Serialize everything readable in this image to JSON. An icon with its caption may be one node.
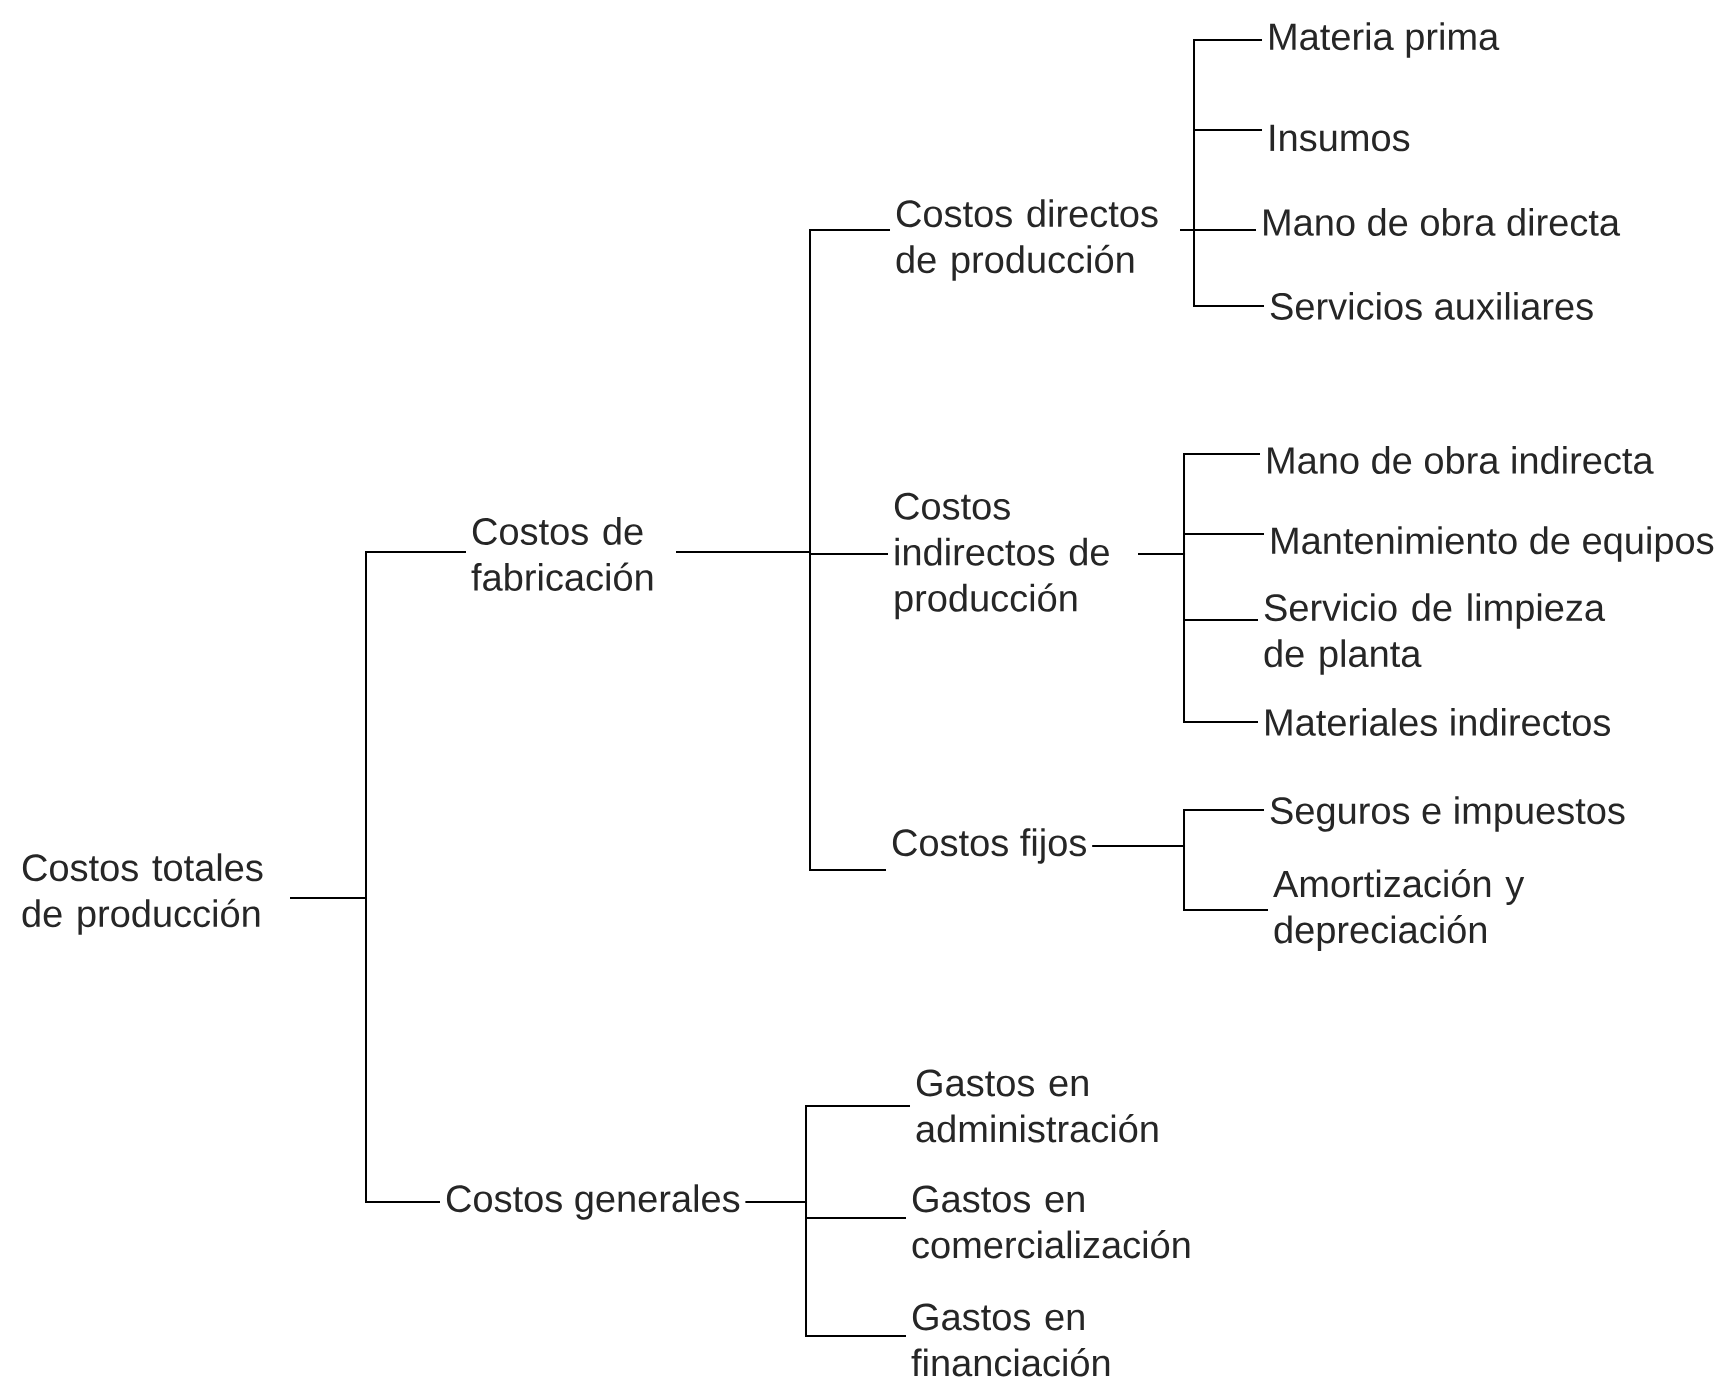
{
  "diagram": {
    "nodes": [
      {
        "text": [
          "Costos totales de producción"
        ]
      },
      {
        "text": [
          "Costos de fabricación"
        ]
      },
      {
        "text": [
          "Costos directos de producción"
        ]
      },
      {
        "text": [
          "Materia prima"
        ]
      },
      {
        "text": [
          "Insumos"
        ]
      },
      {
        "text": [
          "Mano de obra directa"
        ]
      },
      {
        "text": [
          "Servicios auxiliares"
        ]
      },
      {
        "text": [
          "Costos indirectos de producción"
        ]
      },
      {
        "text": [
          "Mano de obra indirecta"
        ]
      },
      {
        "text": [
          "Mantenimiento de equipos"
        ]
      },
      {
        "text": [
          "Servicio de limpieza de planta"
        ]
      },
      {
        "text": [
          "Materiales indirectos"
        ]
      },
      {
        "text": [
          "Costos fijos"
        ]
      },
      {
        "text": [
          "Seguros e impuestos"
        ]
      },
      {
        "text": [
          "Amortización y depreciación"
        ]
      },
      {
        "text": [
          "Costos generales"
        ]
      },
      {
        "text": [
          "Gastos en administración"
        ]
      },
      {
        "text": [
          "Gastos en comercialización"
        ]
      },
      {
        "text": [
          "Gastos en financiación"
        ]
      }
    ],
    "edges": [
      {
        "from": 0,
        "to": 1,
        "arrow": "none"
      },
      {
        "from": 0,
        "to": 15,
        "arrow": "none"
      },
      {
        "from": 1,
        "to": 2,
        "arrow": "none"
      },
      {
        "from": 1,
        "to": 7,
        "arrow": "none"
      },
      {
        "from": 1,
        "to": 12,
        "arrow": "none"
      },
      {
        "from": 2,
        "to": 3,
        "arrow": "none"
      },
      {
        "from": 2,
        "to": 4,
        "arrow": "none"
      },
      {
        "from": 2,
        "to": 5,
        "arrow": "none"
      },
      {
        "from": 2,
        "to": 6,
        "arrow": "none"
      },
      {
        "from": 7,
        "to": 8,
        "arrow": "none"
      },
      {
        "from": 7,
        "to": 9,
        "arrow": "none"
      },
      {
        "from": 7,
        "to": 10,
        "arrow": "none"
      },
      {
        "from": 7,
        "to": 11,
        "arrow": "none"
      },
      {
        "from": 12,
        "to": 13,
        "arrow": "none"
      },
      {
        "from": 12,
        "to": 14,
        "arrow": "none"
      },
      {
        "from": 15,
        "to": 16,
        "arrow": "none"
      },
      {
        "from": 15,
        "to": 17,
        "arrow": "none"
      },
      {
        "from": 15,
        "to": 18,
        "arrow": "none"
      }
    ]
  }
}
